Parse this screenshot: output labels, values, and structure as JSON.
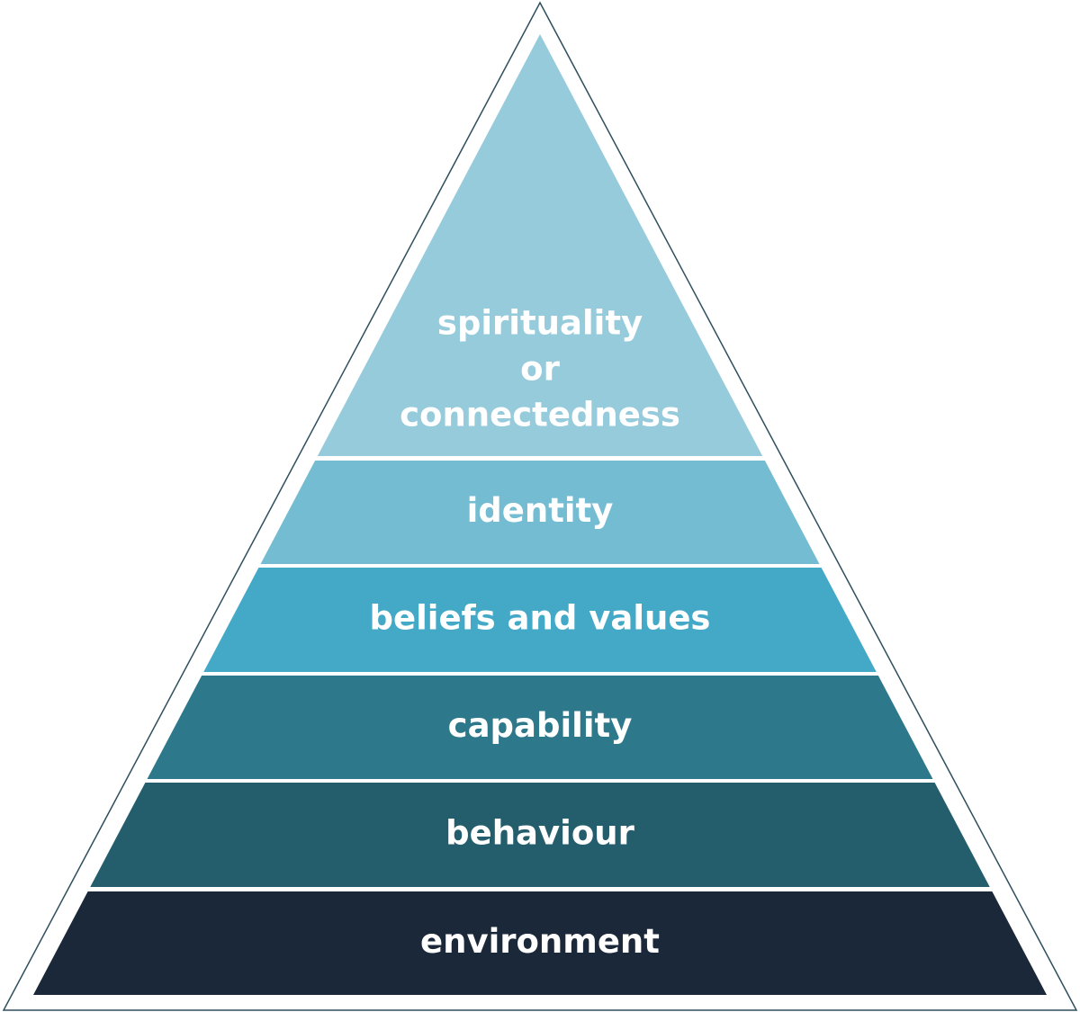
{
  "pyramid": {
    "outline_color": "#2f4f5f",
    "levels": [
      {
        "label_lines": [
          "spirituality",
          "or",
          "connectedness"
        ],
        "color": "#96cbdc"
      },
      {
        "label_lines": [
          "identity"
        ],
        "color": "#74bcd2"
      },
      {
        "label_lines": [
          "beliefs and values"
        ],
        "color": "#44a8c7"
      },
      {
        "label_lines": [
          "capability"
        ],
        "color": "#2e788b"
      },
      {
        "label_lines": [
          "behaviour"
        ],
        "color": "#245e6d"
      },
      {
        "label_lines": [
          "environment"
        ],
        "color": "#1b283a"
      }
    ]
  }
}
